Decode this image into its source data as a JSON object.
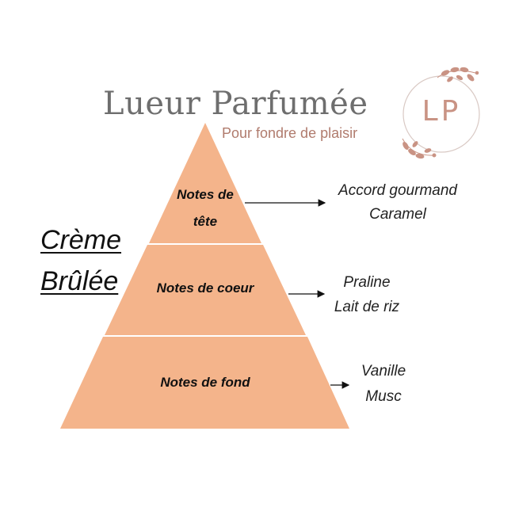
{
  "brand": {
    "title": "Lueur Parfumée",
    "tagline": "Pour fondre de plaisir",
    "logo_letters": "LP"
  },
  "product": {
    "name_line1": "Crème",
    "name_line2": "Brûlée"
  },
  "pyramid": {
    "fill_color": "#f4b48b",
    "tiers": [
      {
        "label_line1": "Notes de",
        "label_line2": "tête",
        "notes": [
          "Accord gourmand",
          "Caramel"
        ]
      },
      {
        "label_line1": "Notes de coeur",
        "label_line2": "",
        "notes": [
          "Praline",
          "Lait de riz"
        ]
      },
      {
        "label_line1": "Notes de fond",
        "label_line2": "",
        "notes": [
          "Vanille",
          "Musc"
        ]
      }
    ]
  }
}
